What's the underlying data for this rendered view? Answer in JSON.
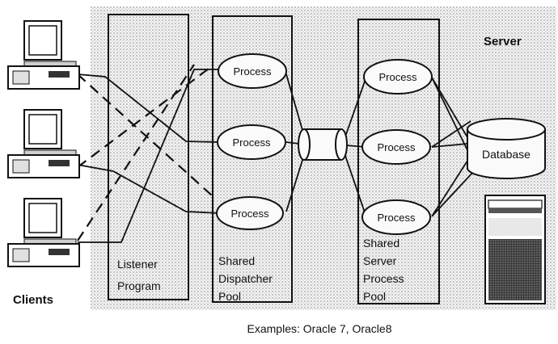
{
  "diagram": {
    "server_label": "Server",
    "clients_label": "Clients",
    "listener_label": [
      "Listener",
      "Program"
    ],
    "dispatcher_label": [
      "Shared",
      "Dispatcher",
      "Pool"
    ],
    "server_pool_label": [
      "Shared",
      "Server",
      "Process",
      "Pool"
    ],
    "database_label": "Database",
    "dispatcher_processes": [
      "Process",
      "Process",
      "Process"
    ],
    "server_processes": [
      "Process",
      "Process",
      "Process"
    ],
    "caption": "Examples: Oracle 7, Oracle8"
  }
}
